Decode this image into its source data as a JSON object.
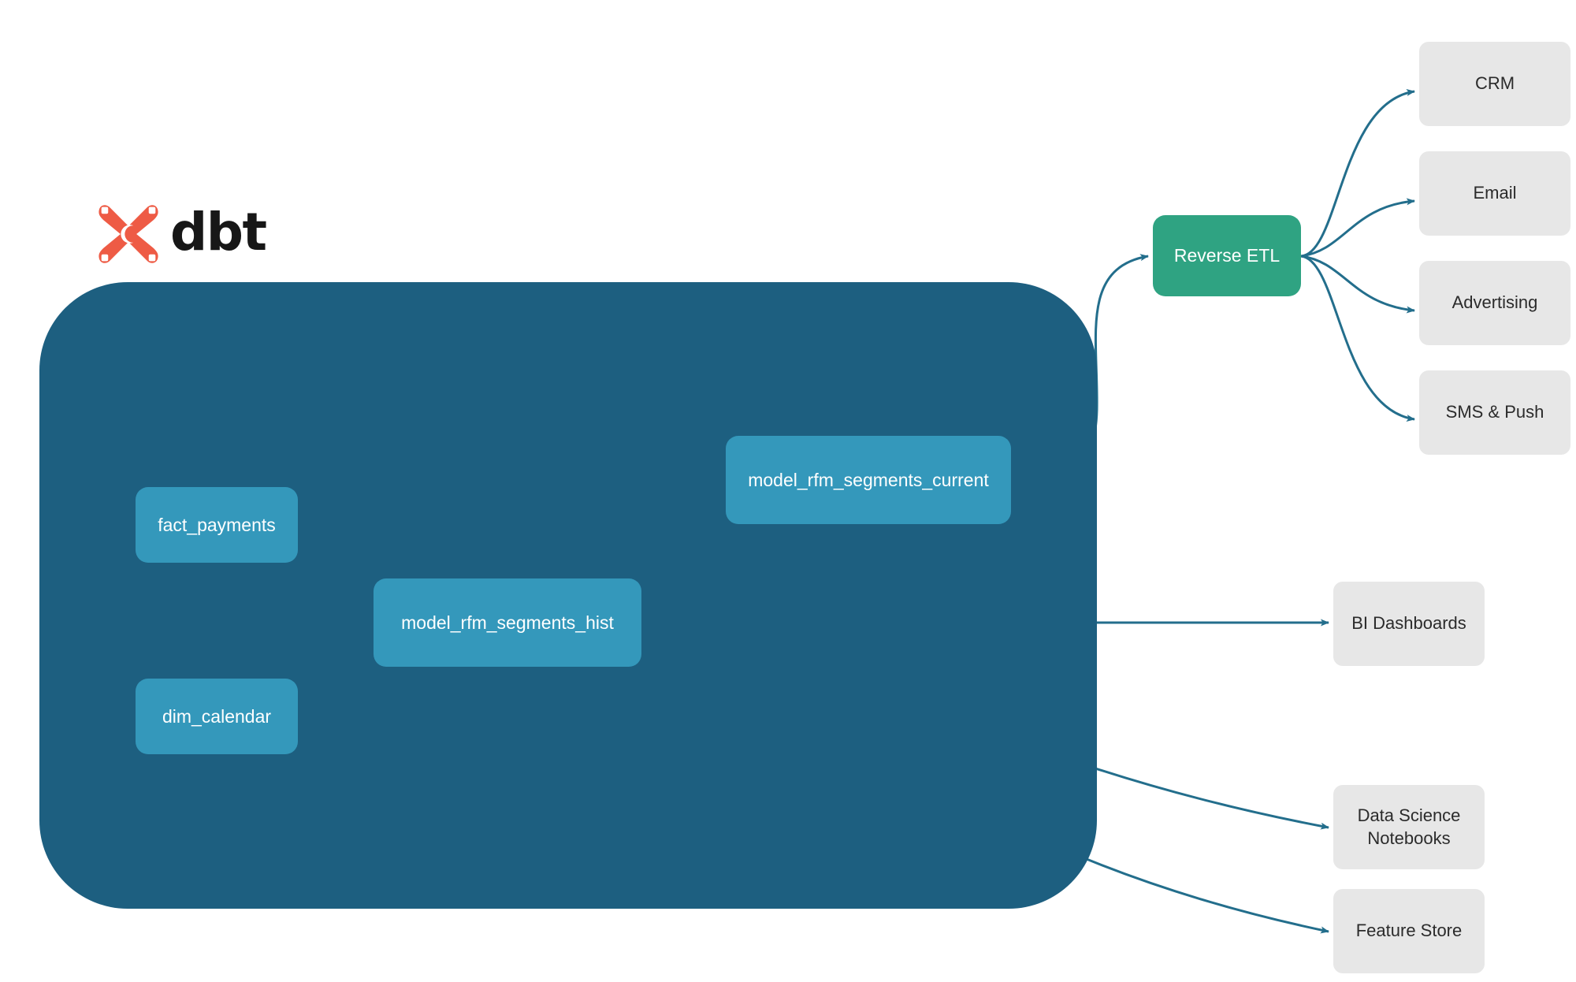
{
  "brand": {
    "logo_icon": "dbt-logo-icon",
    "wordmark": "dbt",
    "logo_color": "#ee5b45",
    "wordmark_color": "#171717"
  },
  "warehouse": {
    "name": "dbt-project-container",
    "color": "#1d5f80"
  },
  "colors": {
    "model_node": "#3498bb",
    "reverse_etl_node": "#2fa382",
    "destination_node": "#e7e7e7",
    "edge_outer": "#236e8c",
    "edge_inner": "#3e91ad",
    "canvas": "#ffffff"
  },
  "nodes": {
    "sources": [
      {
        "id": "fact_payments",
        "label": "fact_payments"
      },
      {
        "id": "dim_calendar",
        "label": "dim_calendar"
      }
    ],
    "models": [
      {
        "id": "model_rfm_segments_hist",
        "label": "model_rfm_segments_hist"
      },
      {
        "id": "model_rfm_segments_current",
        "label": "model_rfm_segments_current"
      }
    ],
    "activation": {
      "id": "reverse_etl",
      "label": "Reverse ETL"
    },
    "activation_destinations": [
      {
        "id": "crm",
        "label": "CRM"
      },
      {
        "id": "email",
        "label": "Email"
      },
      {
        "id": "advertising",
        "label": "Advertising"
      },
      {
        "id": "sms_push",
        "label": "SMS & Push"
      }
    ],
    "analytics_destinations": [
      {
        "id": "bi_dashboards",
        "label": "BI Dashboards",
        "line1": "BI Dashboards",
        "line2": ""
      },
      {
        "id": "data_science_notebooks",
        "label": "Data Science Notebooks",
        "line1": "Data Science",
        "line2": "Notebooks"
      },
      {
        "id": "feature_store",
        "label": "Feature Store",
        "line1": "Feature Store",
        "line2": ""
      }
    ]
  },
  "edges": [
    {
      "from": "fact_payments",
      "to": "model_rfm_segments_hist"
    },
    {
      "from": "dim_calendar",
      "to": "model_rfm_segments_hist"
    },
    {
      "from": "model_rfm_segments_hist",
      "to": "model_rfm_segments_current"
    },
    {
      "from": "model_rfm_segments_current",
      "to": "reverse_etl"
    },
    {
      "from": "model_rfm_segments_hist",
      "to": "bi_dashboards"
    },
    {
      "from": "model_rfm_segments_hist",
      "to": "data_science_notebooks"
    },
    {
      "from": "model_rfm_segments_hist",
      "to": "feature_store"
    },
    {
      "from": "reverse_etl",
      "to": "crm"
    },
    {
      "from": "reverse_etl",
      "to": "email"
    },
    {
      "from": "reverse_etl",
      "to": "advertising"
    },
    {
      "from": "reverse_etl",
      "to": "sms_push"
    }
  ]
}
